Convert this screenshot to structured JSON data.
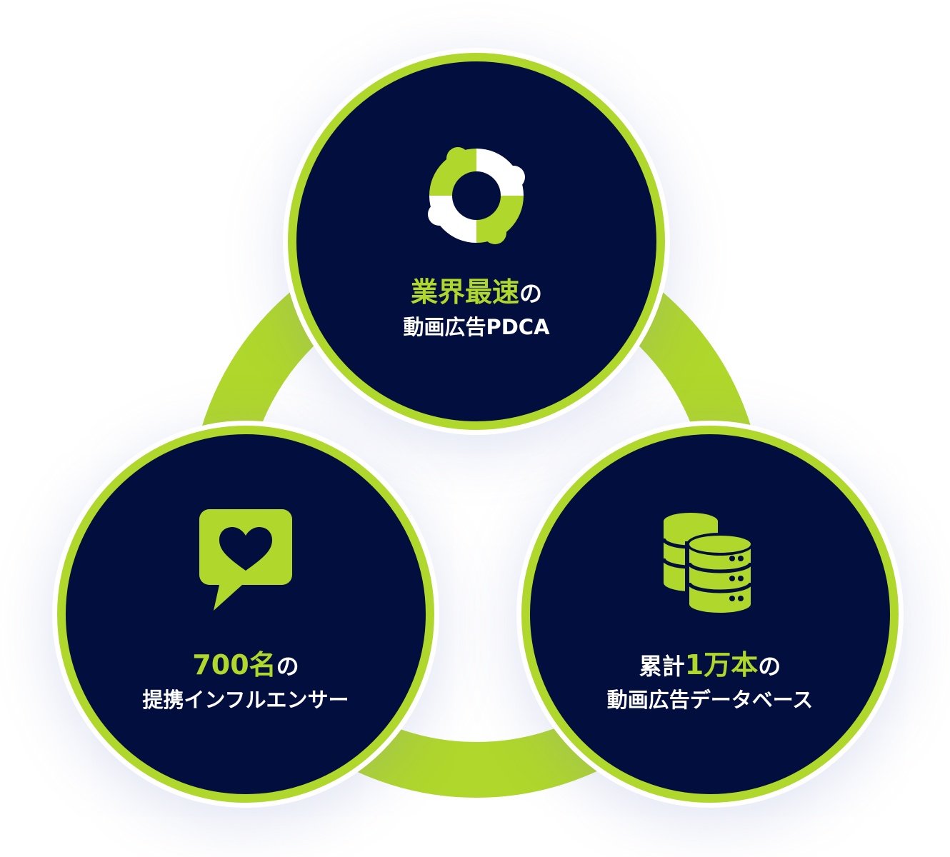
{
  "colors": {
    "accent": "#b0d72b",
    "node_fill": "#020e3e",
    "text": "#ffffff",
    "background": "#ffffff"
  },
  "nodes": [
    {
      "id": "pdca",
      "icon": "cycle-icon",
      "line1_accent": "業界最速",
      "line1_rest": "の",
      "line2": "動画広告PDCA"
    },
    {
      "id": "influencer",
      "icon": "heart-speech-bubble-icon",
      "line1_accent": "700名",
      "line1_rest": "の",
      "line2": "提携インフルエンサー"
    },
    {
      "id": "database",
      "icon": "database-icon",
      "line1_prefix": "累計",
      "line1_accent": "1万本",
      "line1_rest": "の",
      "line2": "動画広告データベース"
    }
  ]
}
